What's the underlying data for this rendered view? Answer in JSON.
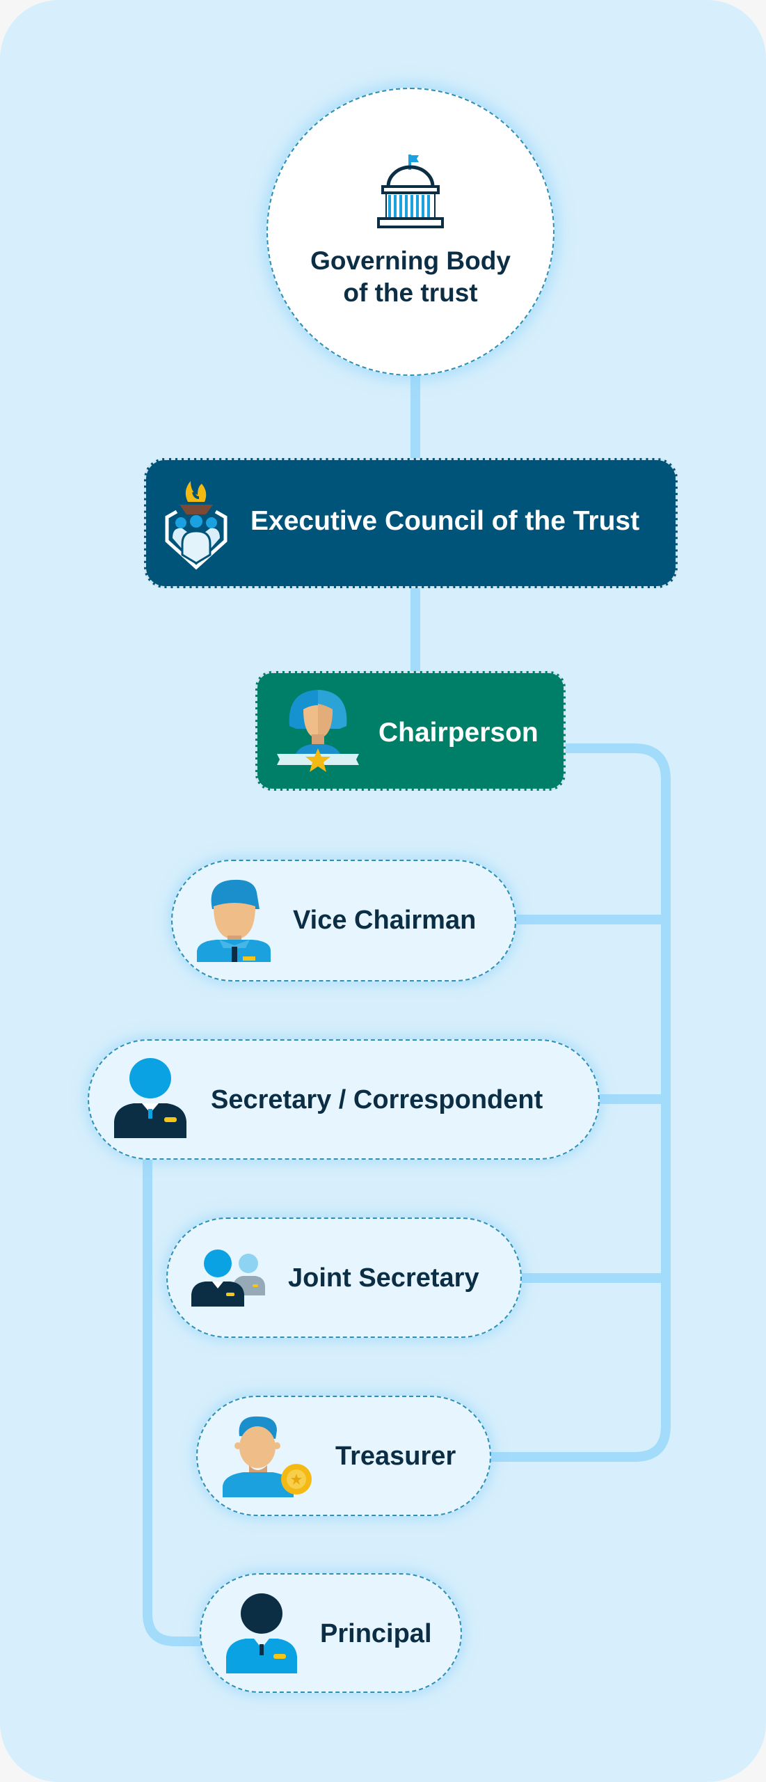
{
  "root": {
    "line1": "Governing Body",
    "line2": "of the trust",
    "icon": "government-building-icon"
  },
  "executive": {
    "label": "Executive Council of the Trust",
    "icon": "council-shield-torch-icon"
  },
  "chairperson": {
    "label": "Chairperson",
    "icon": "chairperson-woman-star-icon"
  },
  "members": [
    {
      "label": "Vice Chairman",
      "icon": "man-officer-icon"
    },
    {
      "label": "Secretary / Correspondent",
      "icon": "secretary-suit-icon"
    },
    {
      "label": "Joint Secretary",
      "icon": "two-people-suit-icon"
    },
    {
      "label": "Treasurer",
      "icon": "man-coin-icon"
    },
    {
      "label": "Principal",
      "icon": "principal-suit-icon"
    }
  ],
  "colors": {
    "card": "#d7effc",
    "connector": "#a3dbfb",
    "executive": "#00547a",
    "chairperson": "#007f68",
    "text": "#0b2e45"
  }
}
